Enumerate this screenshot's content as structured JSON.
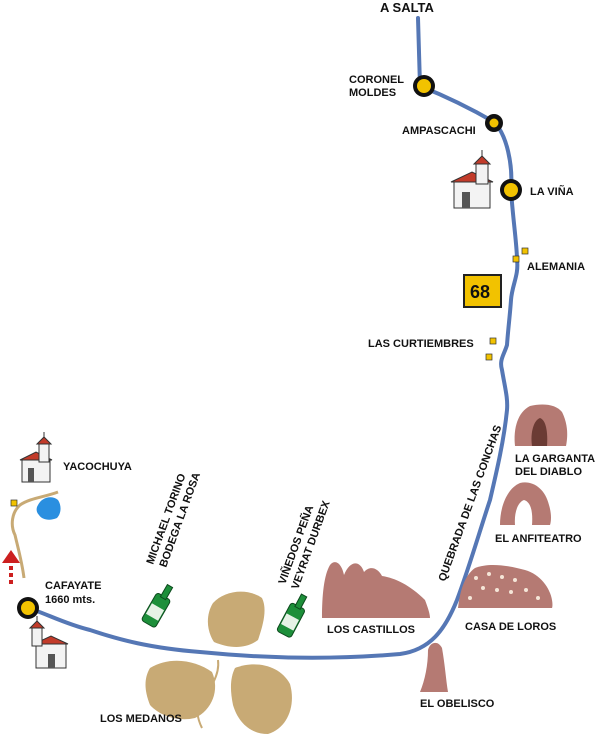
{
  "map": {
    "destination": "A SALTA",
    "route_number": "68",
    "towns": {
      "coronel_moldes": [
        "CORONEL",
        "MOLDES"
      ],
      "ampascachi": "AMPASCACHI",
      "la_vina": "LA VIÑA",
      "yacochuya": "YACOCHUYA",
      "cafayate": [
        "CAFAYATE",
        "1660 mts."
      ]
    },
    "places": {
      "alemania": "ALEMANIA",
      "las_curtiembres": "LAS CURTIEMBRES",
      "quebrada": "QUEBRADA DE LAS CONCHAS",
      "garganta": [
        "LA GARGANTA",
        "DEL DIABLO"
      ],
      "anfiteatro": "EL ANFITEATRO",
      "casa_loros": "CASA DE LOROS",
      "castillos": "LOS CASTILLOS",
      "obelisco": "EL OBELISCO",
      "medanos": "LOS MEDANOS"
    },
    "wineries": {
      "torino": [
        "MICHAEL TORINO",
        "BODEGA LA ROSA"
      ],
      "pena": [
        "VIÑEDOS PEÑA",
        "VEYRAT DURBEX"
      ]
    },
    "colors": {
      "road": "#5577b5",
      "town_fill": "#f2c200",
      "shield_fill": "#f2c200",
      "rock": "#b57a73",
      "dune": "#c8aa75",
      "bottle": "#1d8f3a",
      "lake": "#2a8fe0",
      "arrow": "#cc1f1f",
      "marker": "#f2c200"
    }
  }
}
